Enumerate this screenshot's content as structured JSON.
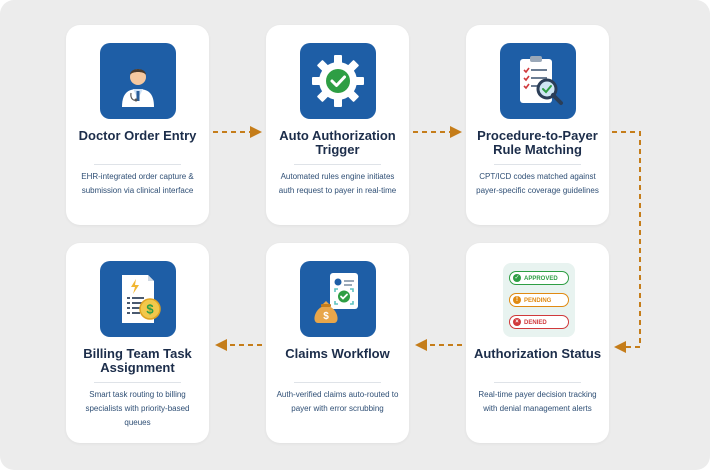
{
  "steps": [
    {
      "title": "Doctor Order Entry",
      "desc": "EHR-integrated order capture & submission via clinical interface",
      "icon": "doctor-icon"
    },
    {
      "title": "Auto Authorization Trigger",
      "desc": "Automated rules engine initiates auth request to payer in real-time",
      "icon": "gear-check-icon"
    },
    {
      "title": "Procedure-to-Payer Rule Matching",
      "desc": "CPT/ICD codes matched against payer-specific coverage guidelines",
      "icon": "clipboard-magnifier-icon"
    },
    {
      "title": "Authorization Status",
      "desc": "Real-time payer decision tracking with denial management alerts",
      "icon": "status-list-icon"
    },
    {
      "title": "Claims Workflow",
      "desc": "Auth-verified claims auto-routed to payer with error scrubbing",
      "icon": "claims-money-icon"
    },
    {
      "title": "Billing Team Task Assignment",
      "desc": "Smart task routing to billing specialists with priority-based queues",
      "icon": "invoice-dollar-icon"
    }
  ],
  "status_labels": {
    "approved": "APPROVED",
    "pending": "PENDING",
    "denied": "DENIED"
  },
  "colors": {
    "background": "#ececec",
    "card": "#ffffff",
    "icon_blue": "#1e5ea6",
    "arrow": "#c57d1a",
    "title": "#1c2d4a",
    "desc": "#2f4f75",
    "approved": "#2e9e44",
    "pending": "#e08a12",
    "denied": "#d0393b"
  }
}
